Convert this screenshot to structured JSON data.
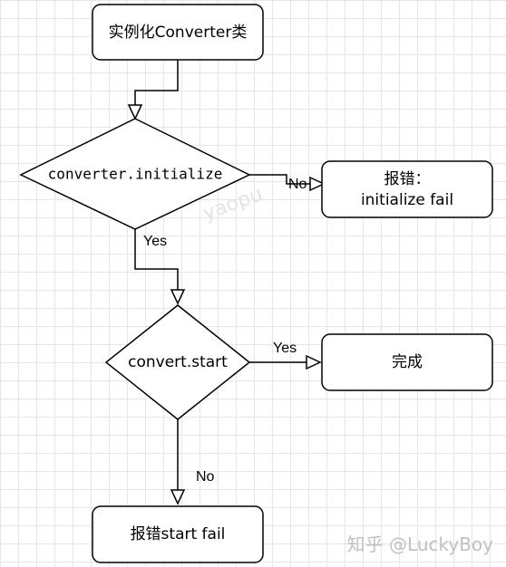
{
  "nodes": {
    "instantiate": {
      "label": "实例化Converter类"
    },
    "initialize_check": {
      "label": "converter.initialize"
    },
    "error_initialize": {
      "line1": "报错：",
      "line2": "initialize fail"
    },
    "start_check": {
      "label": "convert.start"
    },
    "complete": {
      "label": "完成"
    },
    "error_start": {
      "label": "报错start fail"
    }
  },
  "edges": {
    "initialize_no": {
      "label": "No"
    },
    "initialize_yes": {
      "label": "Yes"
    },
    "start_yes": {
      "label": "Yes"
    },
    "start_no": {
      "label": "No"
    }
  },
  "watermark": {
    "text": "知乎 @LuckyBoy",
    "faint_text": "yaopu"
  },
  "colors": {
    "stroke": "#000000",
    "fill": "#ffffff",
    "grid": "#e6e6e6"
  }
}
